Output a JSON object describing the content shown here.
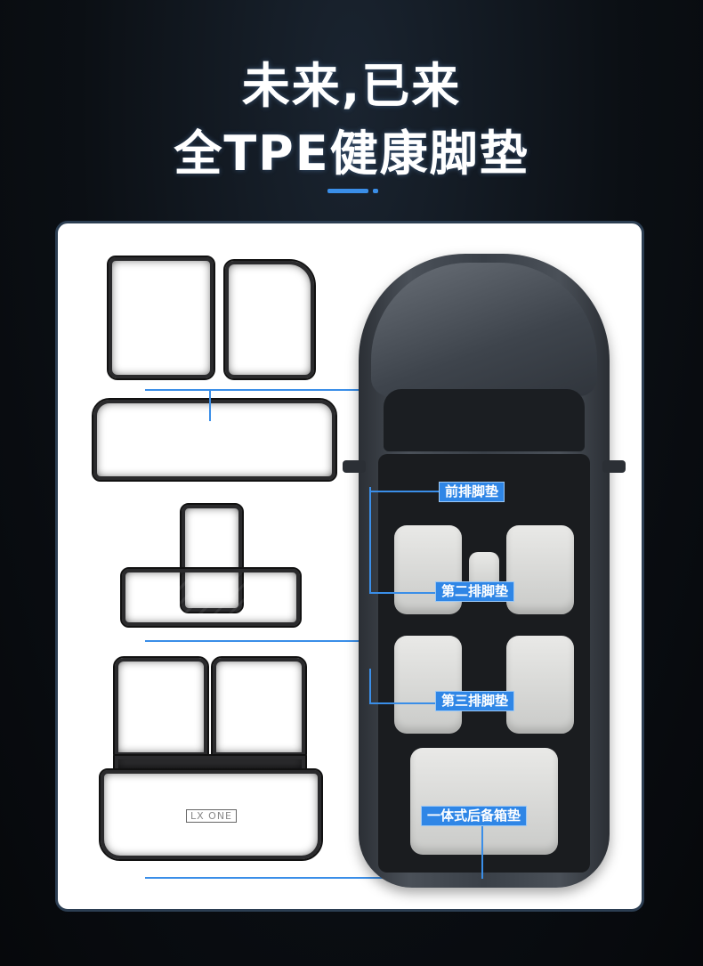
{
  "headline": {
    "line1": "未来,已来",
    "line2": "全TPE健康脚垫"
  },
  "accent_color": "#3a8ee8",
  "labels": {
    "front": "前排脚垫",
    "second": "第二排脚垫",
    "third": "第三排脚垫",
    "trunk": "一体式后备箱垫"
  },
  "mat_logo": "LX ONE"
}
